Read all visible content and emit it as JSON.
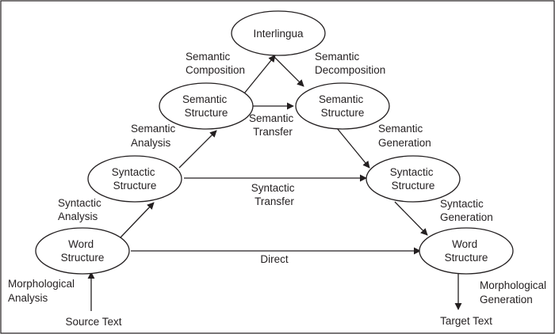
{
  "nodes": {
    "interlingua": [
      "Interlingua"
    ],
    "semantic_structure_source": [
      "Semantic",
      "Structure"
    ],
    "semantic_structure_target": [
      "Semantic",
      "Structure"
    ],
    "syntactic_structure_source": [
      "Syntactic",
      "Structure"
    ],
    "syntactic_structure_target": [
      "Syntactic",
      "Structure"
    ],
    "word_structure_source": [
      "Word",
      "Structure"
    ],
    "word_structure_target": [
      "Word",
      "Structure"
    ]
  },
  "edge_labels": {
    "semantic_composition": [
      "Semantic",
      "Composition"
    ],
    "semantic_decomposition": [
      "Semantic",
      "Decomposition"
    ],
    "semantic_analysis": [
      "Semantic",
      "Analysis"
    ],
    "semantic_transfer": [
      "Semantic",
      "Transfer"
    ],
    "semantic_generation": [
      "Semantic",
      "Generation"
    ],
    "syntactic_analysis": [
      "Syntactic",
      "Analysis"
    ],
    "syntactic_transfer": [
      "Syntactic",
      "Transfer"
    ],
    "syntactic_generation": [
      "Syntactic",
      "Generation"
    ],
    "direct": [
      "Direct"
    ],
    "morphological_analysis": [
      "Morphological",
      "Analysis"
    ],
    "morphological_generation": [
      "Morphological",
      "Generation"
    ]
  },
  "terminals": {
    "source_text": "Source Text",
    "target_text": "Target Text"
  },
  "colors": {
    "line": "#231f20",
    "background": "#ffffff"
  }
}
